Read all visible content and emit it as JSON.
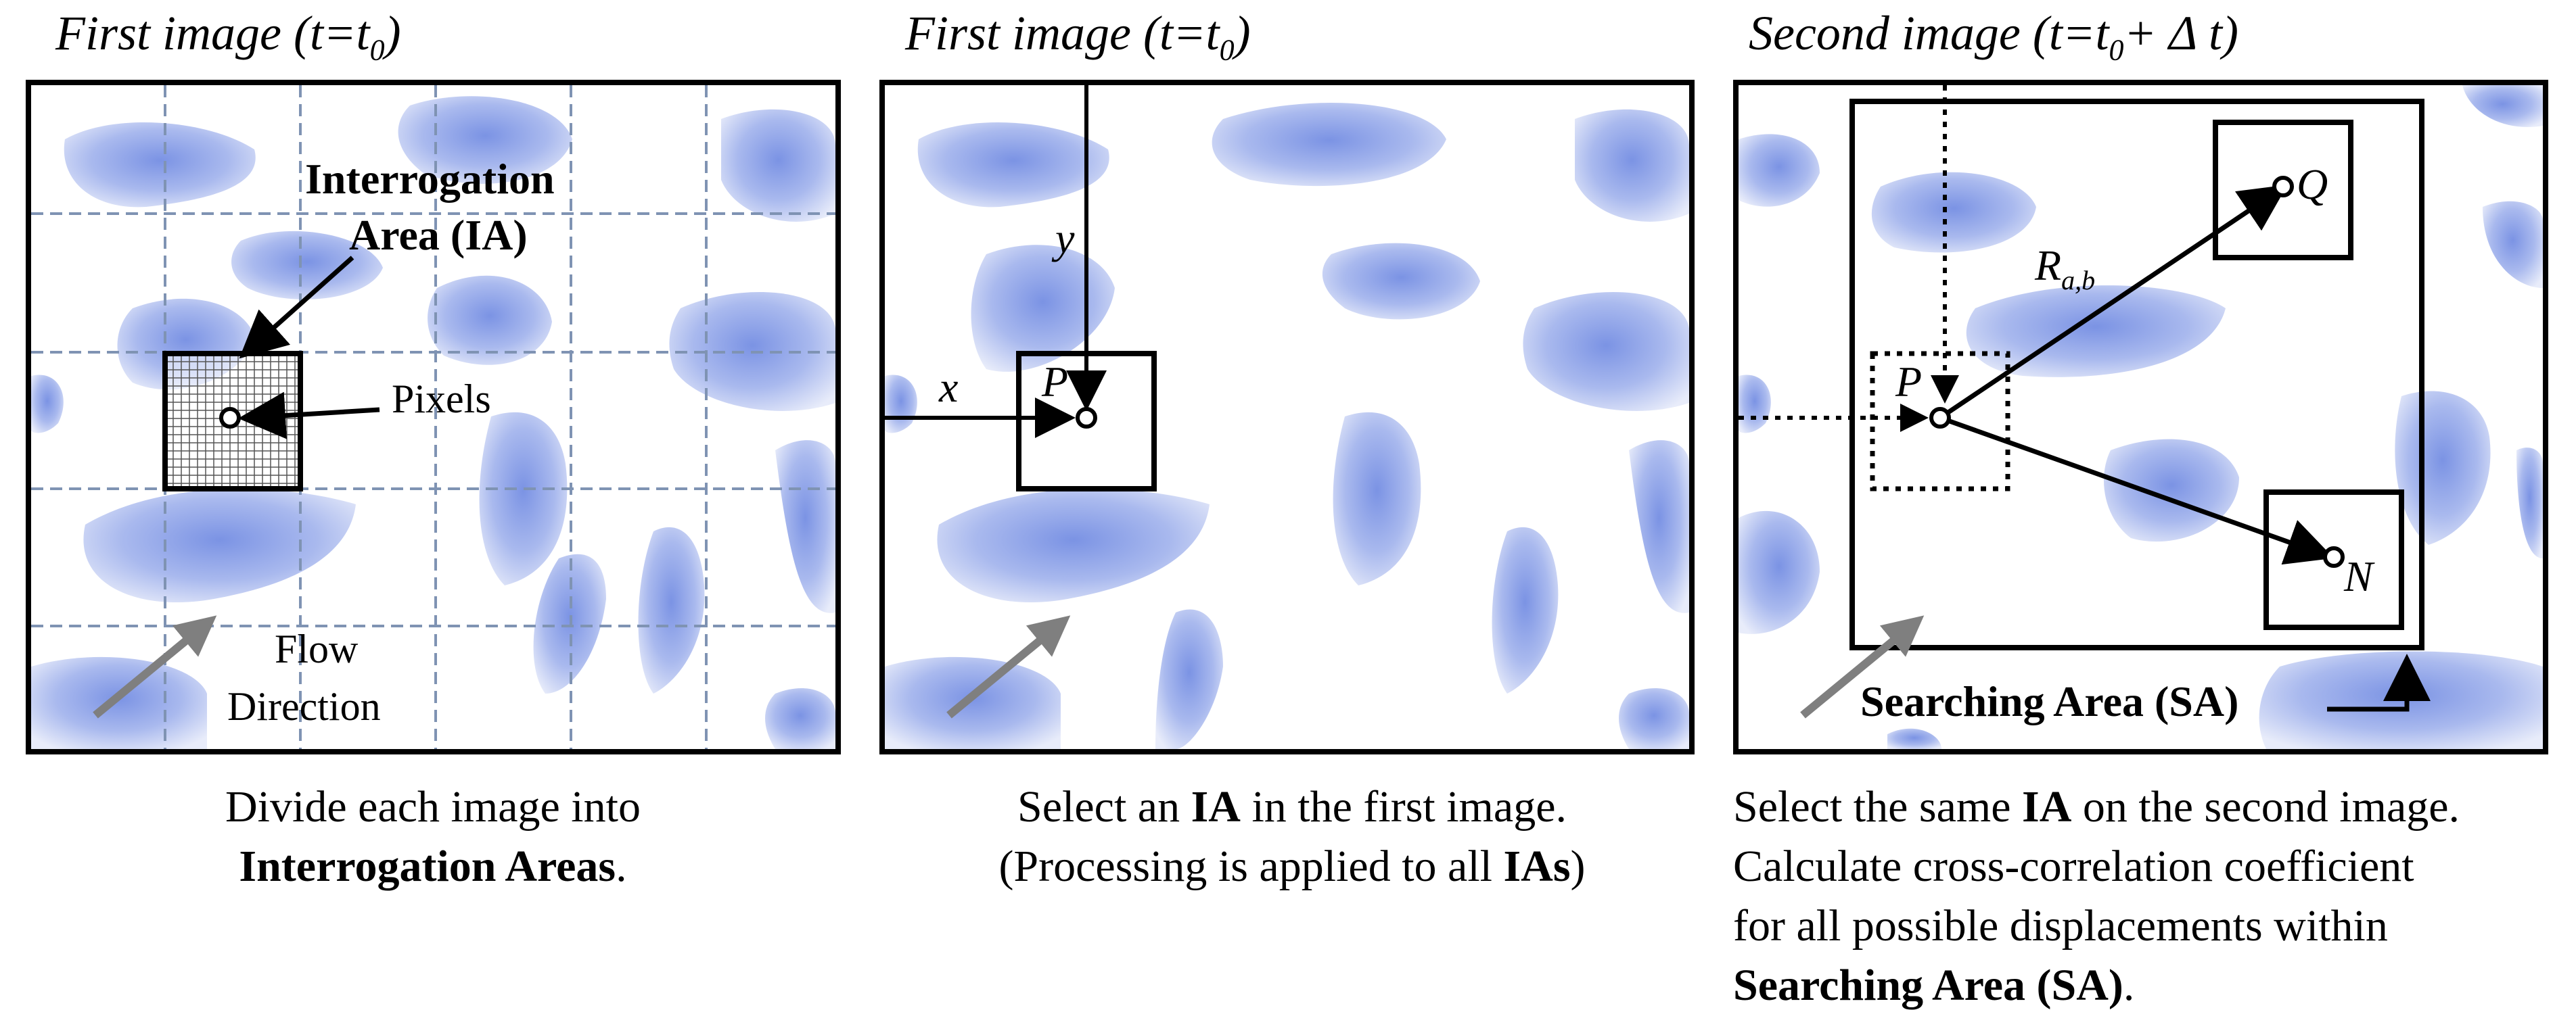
{
  "colors": {
    "particle": "#7b93e4",
    "particle_light": "#e8ecfa",
    "grid": "#7f93b3",
    "flow_arrow": "#7f7f7f",
    "frame": "#000000"
  },
  "panels": [
    {
      "title_main": "First image (t=t",
      "title_sub": "0",
      "title_end": ")",
      "labels": {
        "ia_line1": "Interrogation",
        "ia_line2": "Area (IA)",
        "pixels": "Pixels",
        "flow1": "Flow",
        "flow2": "Direction"
      },
      "caption": {
        "l1": "Divide each image into",
        "l2_bold": "Interrogation Areas",
        "l2_end": "."
      }
    },
    {
      "title_main": "First image (t=t",
      "title_sub": "0",
      "title_end": ")",
      "labels": {
        "x": "x",
        "y": "y",
        "p": "P"
      },
      "caption": {
        "l1_pre": "Select an ",
        "l1_bold": "IA",
        "l1_end": " in the first image.",
        "l2_pre": "(Processing is applied to all ",
        "l2_bold": "IAs",
        "l2_end": ")"
      }
    },
    {
      "title_main": "Second image (t=t",
      "title_sub": "0",
      "title_end": "+ Δ t)",
      "labels": {
        "p": "P",
        "q": "Q",
        "n": "N",
        "r": "R",
        "r_sub": "a,b",
        "sa": "Searching Area (SA)"
      },
      "caption": {
        "l1_pre": "Select the same ",
        "l1_bold": "IA",
        "l1_end": " on the second image.",
        "l2": "Calculate cross-correlation coefficient",
        "l3": "for all possible displacements within",
        "l4_bold": "Searching Area (SA)",
        "l4_end": "."
      }
    }
  ]
}
